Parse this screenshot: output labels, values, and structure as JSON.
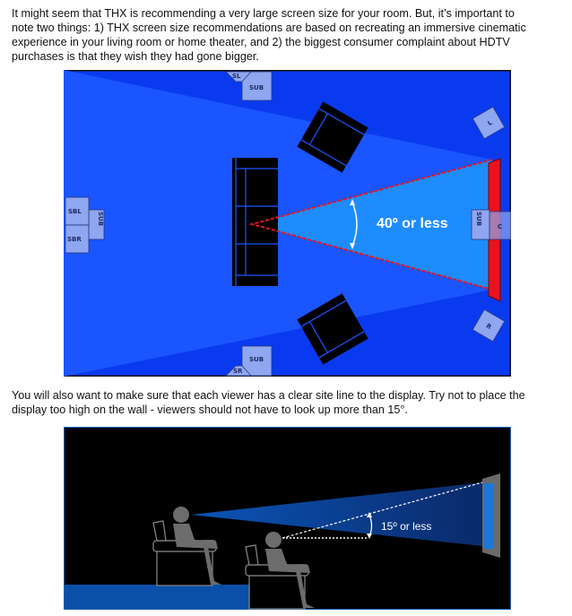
{
  "intro_paragraph": {
    "lines": [
      "It might seem that THX is recommending a very large screen size for your room. But, it’s important to",
      "note two things: 1) THX screen size recommendations are based on recreating an immersive cinematic",
      "experience in your living room or home theater, and 2) the biggest consumer complaint about HDTV",
      "purchases is that they wish they had gone bigger."
    ]
  },
  "room_diagram": {
    "angle_label": "40º or less",
    "speakers": {
      "sl": "SL",
      "sub_top": "SUB",
      "sbl": "SBL",
      "sbr": "SBR",
      "sub_left": "SUB",
      "l": "L",
      "r": "R",
      "c": "C",
      "sub_center": "SUB",
      "sr": "SR",
      "sub_bottom": "SUB"
    },
    "colors": {
      "room": "#0a3af0",
      "wide_cone": "#1a55ff",
      "view_cone": "#1e8cff",
      "screen": "#e8141a"
    }
  },
  "sightline_paragraph": {
    "lines": [
      "You will also want to make sure that each viewer has a clear site line to the display. Try not to place the",
      "display too high on the wall - viewers should not have to look up more than 15°."
    ]
  },
  "sightline_diagram": {
    "angle_label": "15º or less",
    "colors": {
      "background": "#000000",
      "floor": "#0a4fa8",
      "cone": "#0b55b8"
    }
  }
}
